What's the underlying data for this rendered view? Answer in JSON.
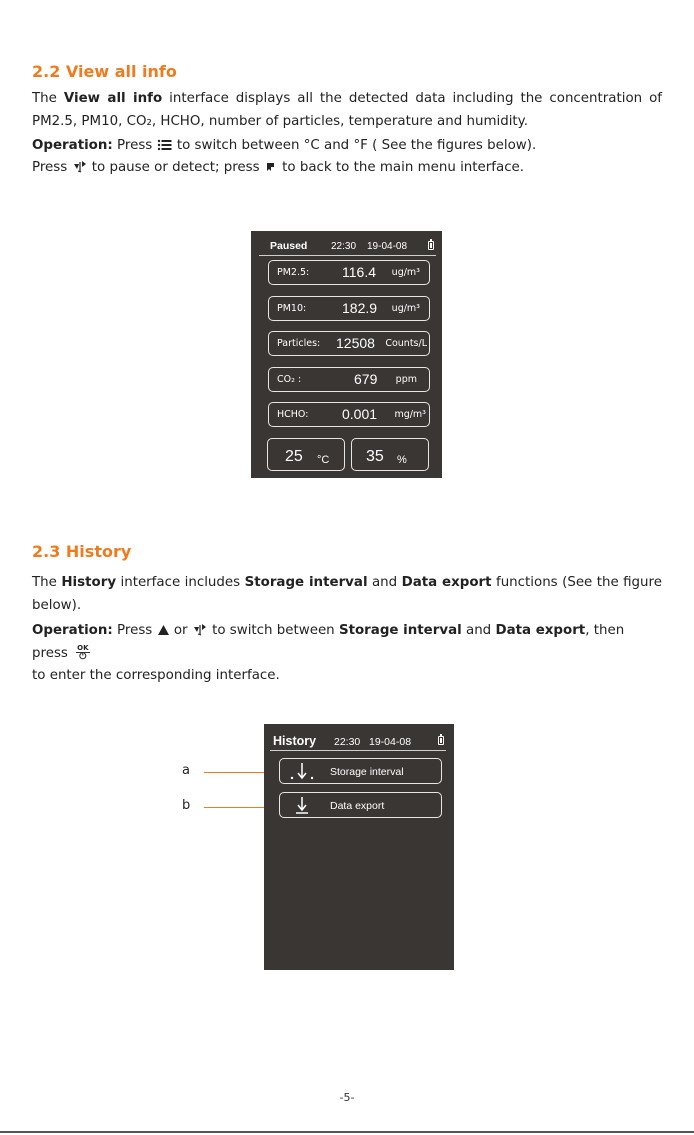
{
  "section_view": {
    "heading": "2.2 View all info",
    "p1_prefix": "The",
    "p1_bold": "View all info",
    "p1_suffix": "interface displays all the detected data including the concentration of PM2.5, PM10, CO₂, HCHO, number of particles, temperature and humidity.",
    "op_label": "Operation:",
    "op_text_1": "Press",
    "op_text_2": "to switch between °C and °F ( See the figures below).",
    "press_1": "Press",
    "press_2": "to pause or detect; press",
    "press_3": "to back to the main menu interface."
  },
  "screen_info": {
    "status": "Paused",
    "time": "22:30",
    "date": "19-04-08",
    "rows": [
      {
        "label": "PM2.5:",
        "value": "116.4",
        "unit": "ug/m³"
      },
      {
        "label": "PM10:",
        "value": "182.9",
        "unit": "ug/m³"
      },
      {
        "label": "Particles:",
        "value": "12508",
        "unit": "Counts/L"
      },
      {
        "label": "CO₂ :",
        "value": "679",
        "unit": "ppm"
      },
      {
        "label": "HCHO:",
        "value": "0.001",
        "unit": "mg/m³"
      }
    ],
    "temperature": {
      "value": "25",
      "unit": "°C"
    },
    "humidity": {
      "value": "35",
      "unit": "%"
    }
  },
  "section_history": {
    "heading": "2.3 History",
    "p1_prefix": "The",
    "p1_bold1": "History",
    "p1_mid": "interface includes",
    "p1_bold2": "Storage interval",
    "p1_and": "and",
    "p1_bold3": "Data export",
    "p1_suffix": "functions (See the figure below).",
    "op_label": "Operation:",
    "op_1": "Press",
    "op_or": "or",
    "op_2": "to switch between",
    "op_bold1": "Storage interval",
    "op_and": "and",
    "op_bold2": "Data export",
    "op_3": ", then press",
    "ok_label": "OK",
    "op_4": "to enter the corresponding interface."
  },
  "screen_history": {
    "title": "History",
    "time": "22:30",
    "date": "19-04-08",
    "items": [
      {
        "label": "Storage interval",
        "icon": "storage-interval-icon"
      },
      {
        "label": "Data export",
        "icon": "data-export-icon"
      }
    ],
    "callouts": [
      "a",
      "b"
    ]
  },
  "page_number": "-5-",
  "colors": {
    "accent": "#ee7c1f",
    "screen_bg": "#3a3634"
  }
}
